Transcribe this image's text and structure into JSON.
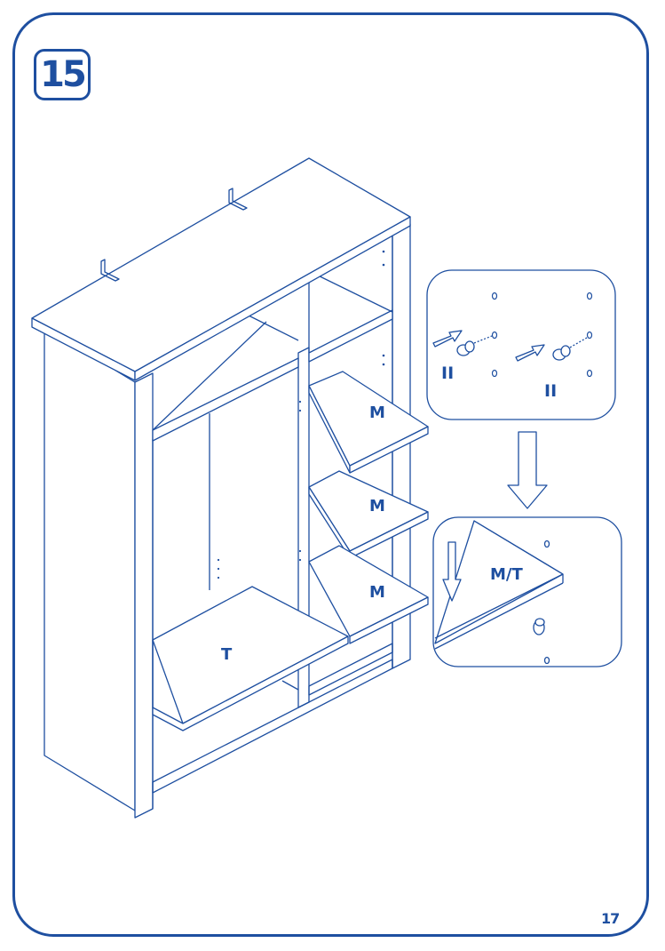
{
  "step": {
    "number": "15"
  },
  "page": {
    "number": "17"
  },
  "shelf_labels": {
    "middle_top": "M",
    "middle_center": "M",
    "middle_bottom": "M",
    "bottom": "T"
  },
  "detail_top": {
    "label_left": "II",
    "label_right": "II"
  },
  "detail_bottom": {
    "label": "M/T"
  },
  "colors": {
    "line": "#1e4fa0",
    "background": "#ffffff"
  }
}
